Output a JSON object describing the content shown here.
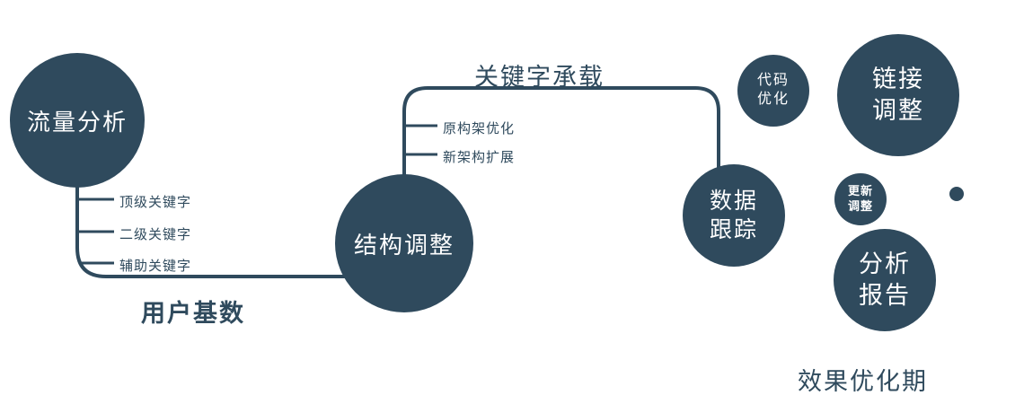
{
  "colors": {
    "primary": "#2f4a5d",
    "text_on_dark": "#ffffff"
  },
  "nodes": {
    "traffic": {
      "label": "流量分析"
    },
    "structure": {
      "label": "结构调整"
    },
    "data_tracking": {
      "label": "数据跟踪"
    },
    "code_optimization": {
      "label": "代码优化"
    },
    "link_adjustment": {
      "label": "链接调整"
    },
    "update_adjustment": {
      "label": "更新调整"
    },
    "analysis_report": {
      "label": "分析报告"
    }
  },
  "edge_labels": {
    "keyword_carry": "关键字承载",
    "user_base": "用户基数"
  },
  "branches": {
    "traffic": [
      "顶级关键字",
      "二级关键字",
      "辅助关键字"
    ],
    "structure": [
      "原构架优化",
      "新架构扩展"
    ]
  },
  "footer": "效果优化期"
}
